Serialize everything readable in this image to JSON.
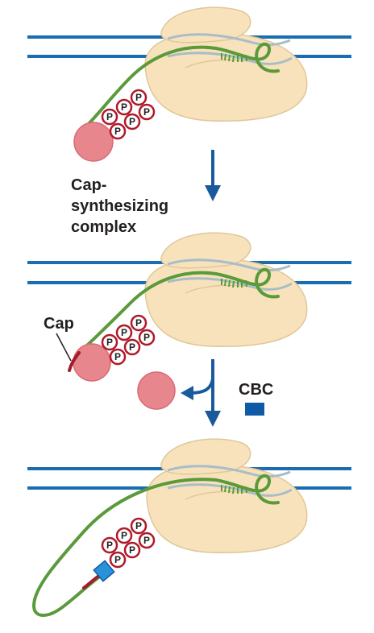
{
  "labels": {
    "cap_synth_line1": "Cap-",
    "cap_synth_line2": "synthesizing",
    "cap_synth_line3": "complex",
    "cap": "Cap",
    "cbc": "CBC"
  },
  "phospho_symbol": "P",
  "colors": {
    "dna": "#1a6db0",
    "polymerase": "#f8e2bc",
    "polymerase_outline": "#e0c79a",
    "rna": "#5a9a3a",
    "cap_complex": "#e8868e",
    "phospho_ring": "#b0192a",
    "cap": "#a31d2b",
    "cbc": "#0f5ba8",
    "arrow": "#1a5a9c"
  },
  "panels": [
    "before-capping",
    "after-capping",
    "cbc-bound"
  ]
}
